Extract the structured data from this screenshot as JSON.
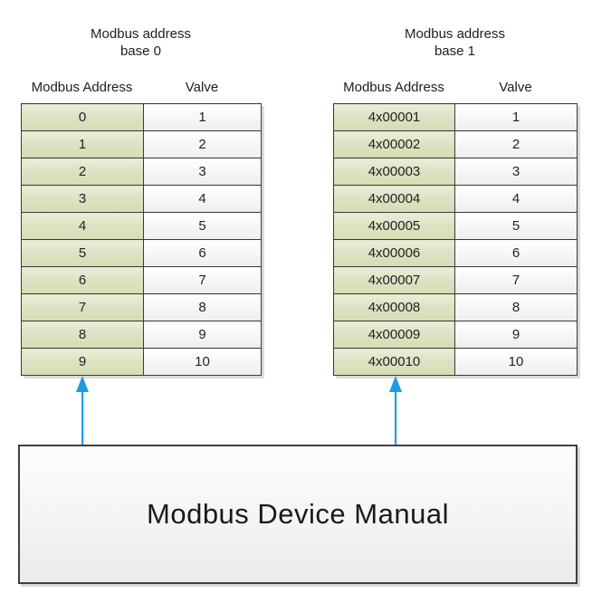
{
  "colors": {
    "arrow_blue": "#1d9ce5",
    "address_cell_green_top": "#eaeeda",
    "address_cell_green_bottom": "#d4ddb4",
    "valve_cell_white_top": "#ffffff",
    "valve_cell_white_bottom": "#eeeeee",
    "table_border": "#3a3a3a"
  },
  "tables": [
    {
      "title_line1": "Modbus address",
      "title_line2": "base 0",
      "headers": {
        "address": "Modbus Address",
        "valve": "Valve"
      },
      "rows": [
        {
          "address": "0",
          "valve": "1"
        },
        {
          "address": "1",
          "valve": "2"
        },
        {
          "address": "2",
          "valve": "3"
        },
        {
          "address": "3",
          "valve": "4"
        },
        {
          "address": "4",
          "valve": "5"
        },
        {
          "address": "5",
          "valve": "6"
        },
        {
          "address": "6",
          "valve": "7"
        },
        {
          "address": "7",
          "valve": "8"
        },
        {
          "address": "8",
          "valve": "9"
        },
        {
          "address": "9",
          "valve": "10"
        }
      ]
    },
    {
      "title_line1": "Modbus address",
      "title_line2": "base 1",
      "headers": {
        "address": "Modbus Address",
        "valve": "Valve"
      },
      "rows": [
        {
          "address": "4x00001",
          "valve": "1"
        },
        {
          "address": "4x00002",
          "valve": "2"
        },
        {
          "address": "4x00003",
          "valve": "3"
        },
        {
          "address": "4x00004",
          "valve": "4"
        },
        {
          "address": "4x00005",
          "valve": "5"
        },
        {
          "address": "4x00006",
          "valve": "6"
        },
        {
          "address": "4x00007",
          "valve": "7"
        },
        {
          "address": "4x00008",
          "valve": "8"
        },
        {
          "address": "4x00009",
          "valve": "9"
        },
        {
          "address": "4x00010",
          "valve": "10"
        }
      ]
    }
  ],
  "manual_box": {
    "label": "Modbus Device Manual"
  }
}
